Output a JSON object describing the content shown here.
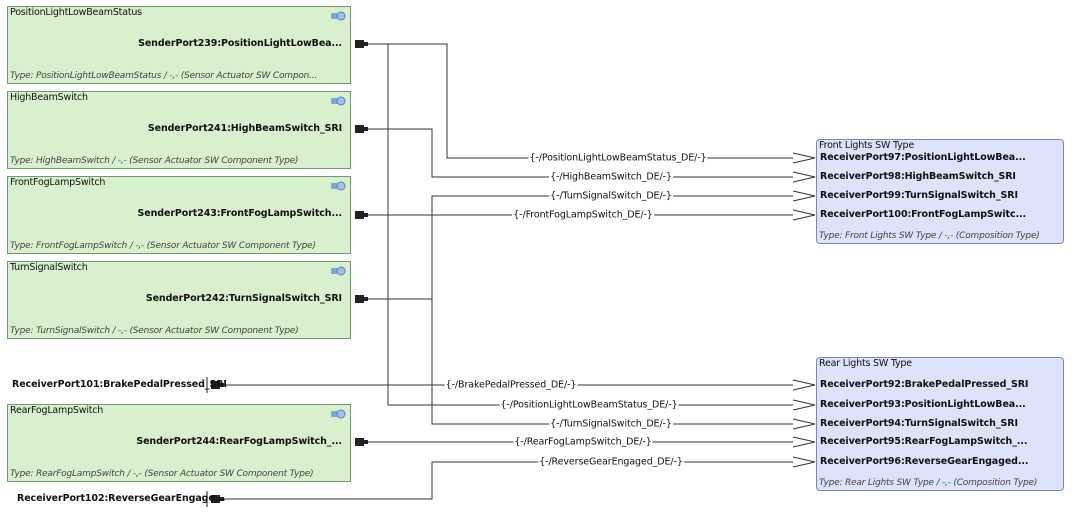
{
  "senders": [
    {
      "name": "PositionLightLowBeamStatus",
      "port": "SenderPort239:PositionLightLowBea...",
      "type": "Type: PositionLightLowBeamStatus / -,- (Sensor Actuator SW Compon..."
    },
    {
      "name": "HighBeamSwitch",
      "port": "SenderPort241:HighBeamSwitch_SRI",
      "type": "Type: HighBeamSwitch / -,- (Sensor Actuator SW Component Type)"
    },
    {
      "name": "FrontFogLampSwitch",
      "port": "SenderPort243:FrontFogLampSwitch...",
      "type": "Type: FrontFogLampSwitch / -,- (Sensor Actuator SW Component Type)"
    },
    {
      "name": "TurnSignalSwitch",
      "port": "SenderPort242:TurnSignalSwitch_SRI",
      "type": "Type: TurnSignalSwitch / -,- (Sensor Actuator SW Component Type)"
    },
    {
      "name": "RearFogLampSwitch",
      "port": "SenderPort244:RearFogLampSwitch_...",
      "type": "Type: RearFogLampSwitch / -,- (Sensor Actuator SW Component Type)"
    }
  ],
  "external_ports": [
    {
      "label": "ReceiverPort101:BrakePedalPressed_SRI"
    },
    {
      "label": "ReceiverPort102:ReverseGearEngage..."
    }
  ],
  "front": {
    "title": "Front Lights SW Type",
    "ports": [
      "ReceiverPort97:PositionLightLowBea...",
      "ReceiverPort98:HighBeamSwitch_SRI",
      "ReceiverPort99:TurnSignalSwitch_SRI",
      "ReceiverPort100:FrontFogLampSwitc..."
    ],
    "type": "Type: Front Lights SW Type / -,- (Composition Type)"
  },
  "rear": {
    "title": "Rear Lights SW Type",
    "ports": [
      "ReceiverPort92:BrakePedalPressed_SRI",
      "ReceiverPort93:PositionLightLowBea...",
      "ReceiverPort94:TurnSignalSwitch_SRI",
      "ReceiverPort95:RearFogLampSwitch_...",
      "ReceiverPort96:ReverseGearEngaged..."
    ],
    "type": "Type: Rear Lights SW Type / -,- (Composition Type)"
  },
  "connections": [
    {
      "label": "{-/PositionLightLowBeamStatus_DE/-}"
    },
    {
      "label": "{-/HighBeamSwitch_DE/-}"
    },
    {
      "label": "{-/TurnSignalSwitch_DE/-}"
    },
    {
      "label": "{-/FrontFogLampSwitch_DE/-}"
    },
    {
      "label": "{-/BrakePedalPressed_DE/-}"
    },
    {
      "label": "{-/PositionLightLowBeamStatus_DE/-}"
    },
    {
      "label": "{-/TurnSignalSwitch_DE/-}"
    },
    {
      "label": "{-/RearFogLampSwitch_DE/-}"
    },
    {
      "label": "{-/ReverseGearEngaged_DE/-}"
    }
  ],
  "colors": {
    "sender_fill": "#d9f0cf",
    "sender_border": "#6f9a6f",
    "composition_fill": "#dde3fb",
    "composition_border": "#7b85c0",
    "wire": "#333333"
  },
  "icons": {
    "component": "component-type-icon",
    "port": "port-connector-icon"
  }
}
